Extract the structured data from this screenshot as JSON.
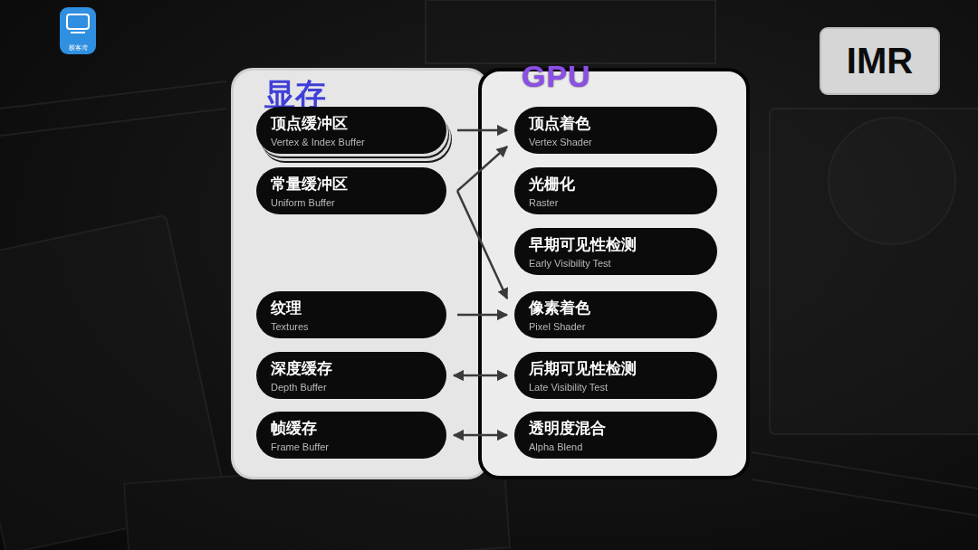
{
  "diagram": {
    "nodes": [
      {
        "text": [
          "显存"
        ]
      },
      {
        "text": [
          "顶点缓冲区",
          "Vertex & Index Buffer"
        ],
        "in": 0
      },
      {
        "text": [
          "常量缓冲区",
          "Uniform Buffer"
        ],
        "in": 0
      },
      {
        "text": [
          "纹理",
          "Textures"
        ],
        "in": 0
      },
      {
        "text": [
          "深度缓存",
          "Depth Buffer"
        ],
        "in": 0
      },
      {
        "text": [
          "帧缓存",
          "Frame Buffer"
        ],
        "in": 0
      },
      {
        "text": [
          "GPU"
        ]
      },
      {
        "text": [
          "顶点着色",
          "Vertex Shader"
        ],
        "in": 6
      },
      {
        "text": [
          "光栅化",
          "Raster"
        ],
        "in": 6
      },
      {
        "text": [
          "早期可见性检测",
          "Early Visibility Test"
        ],
        "in": 6
      },
      {
        "text": [
          "像素着色",
          "Pixel Shader"
        ],
        "in": 6
      },
      {
        "text": [
          "后期可见性检测",
          "Late Visibility Test"
        ],
        "in": 6
      },
      {
        "text": [
          "透明度混合",
          "Alpha Blend"
        ],
        "in": 6
      },
      {
        "text": [
          "IMR"
        ]
      }
    ],
    "edges": [
      {
        "from": 1,
        "to": 7,
        "arrow": "to"
      },
      {
        "from": 2,
        "to": 7,
        "arrow": "to"
      },
      {
        "from": 2,
        "to": 10,
        "arrow": "to"
      },
      {
        "from": 3,
        "to": 10,
        "arrow": "to"
      },
      {
        "from": 4,
        "to": 11,
        "arrow": "both"
      },
      {
        "from": 5,
        "to": 12,
        "arrow": "both"
      }
    ],
    "labels": [
      "极客湾"
    ]
  }
}
